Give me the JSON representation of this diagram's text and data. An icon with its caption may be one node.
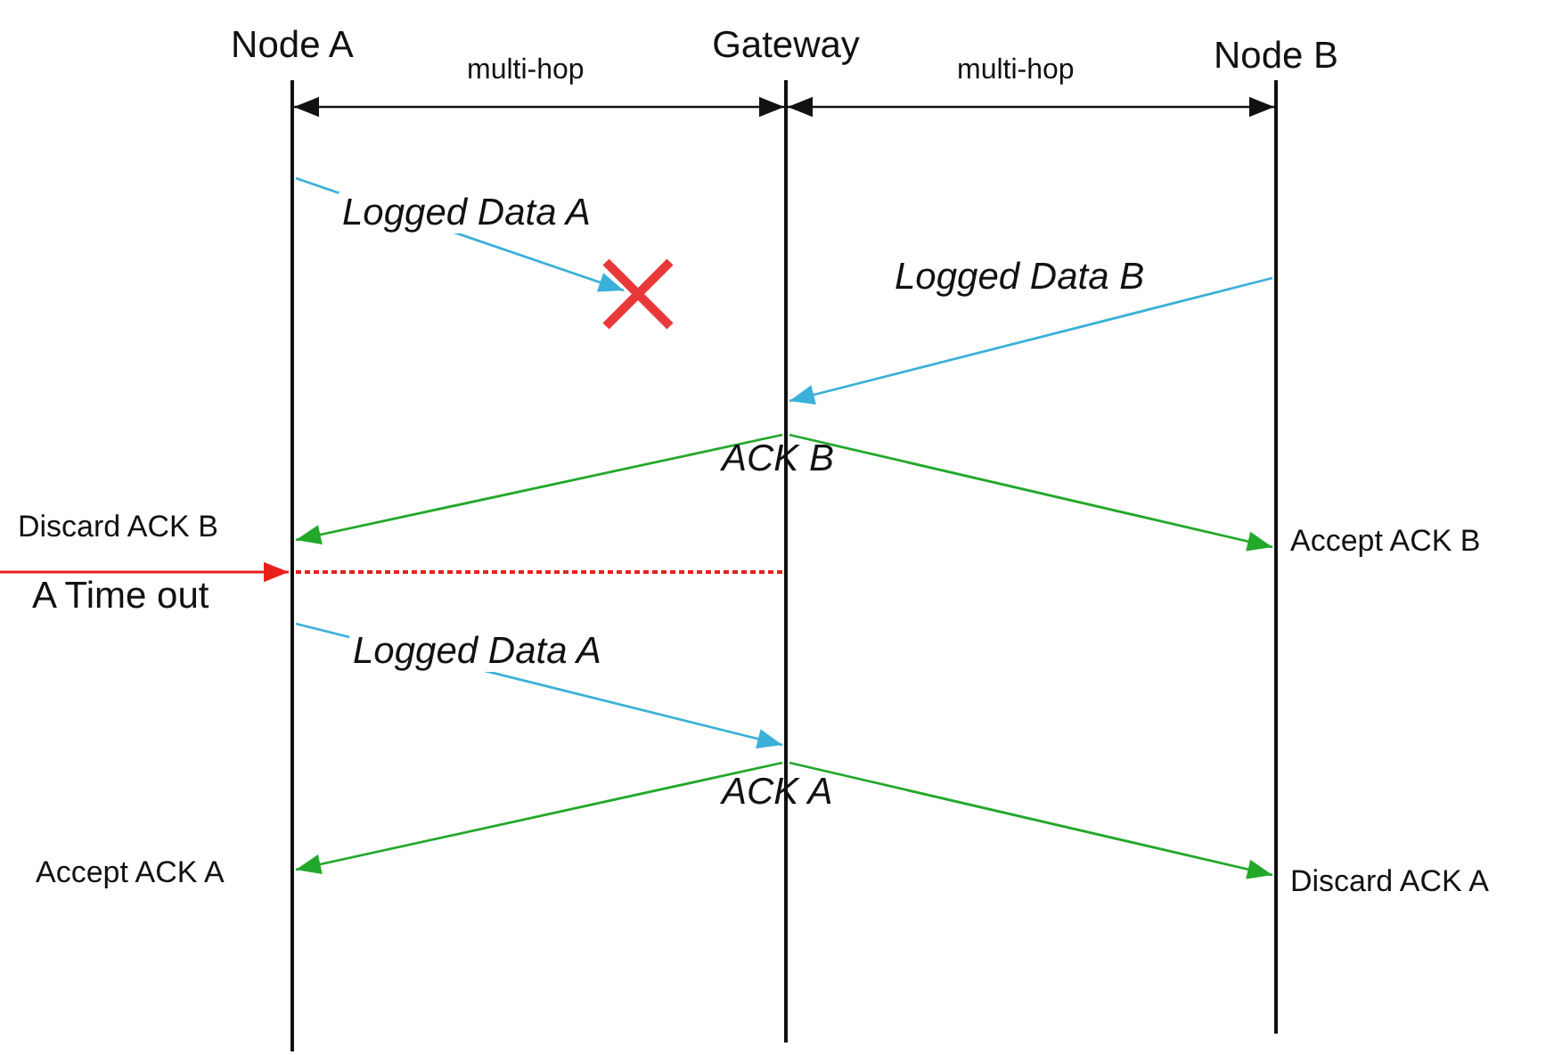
{
  "diagram": {
    "nodes": [
      {
        "text": [
          "Node A"
        ]
      },
      {
        "text": [
          "Gateway"
        ]
      },
      {
        "text": [
          "Node B"
        ]
      }
    ],
    "edges": [
      {
        "from": 0,
        "to": null,
        "arrow": "to",
        "label": "Logged Data A",
        "color": "#3bb0d8"
      },
      {
        "from": 2,
        "to": 1,
        "arrow": "to",
        "label": "Logged Data B",
        "color": "#3bb0d8"
      },
      {
        "from": 1,
        "to": 0,
        "arrow": "to",
        "color": "#22a82a"
      },
      {
        "from": 1,
        "to": 2,
        "arrow": "to",
        "color": "#22a82a"
      },
      {
        "from": null,
        "to": 0,
        "arrow": "to",
        "color": "#e8201c"
      },
      {
        "from": 0,
        "to": 1,
        "arrow": "none",
        "style": "dashed",
        "color": "#e8201c"
      },
      {
        "from": 0,
        "to": 1,
        "arrow": "to",
        "label": "Logged Data A",
        "color": "#3bb0d8"
      },
      {
        "from": 1,
        "to": 0,
        "arrow": "to",
        "color": "#22a82a"
      },
      {
        "from": 1,
        "to": 2,
        "arrow": "to",
        "color": "#22a82a"
      }
    ],
    "labels": [
      "multi-hop",
      "multi-hop",
      "ACK B",
      "Discard ACK B",
      "Accept ACK B",
      "A Time out",
      "ACK A",
      "Accept ACK A",
      "Discard ACK A"
    ]
  }
}
